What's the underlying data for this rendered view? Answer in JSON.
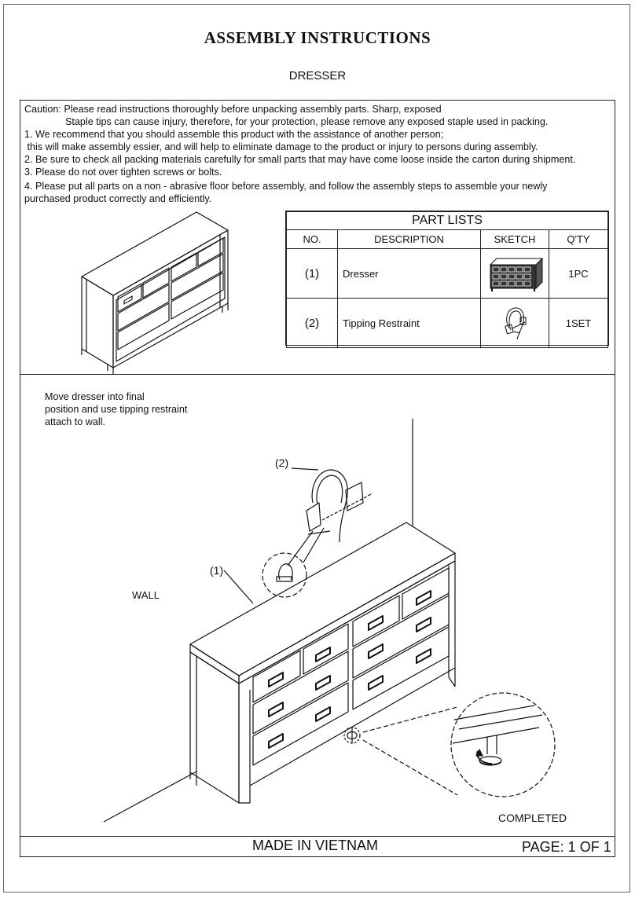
{
  "document": {
    "title": "ASSEMBLY INSTRUCTIONS",
    "subtitle": "DRESSER"
  },
  "caution": {
    "lines": [
      "Caution: Please read instructions thoroughly before unpacking assembly parts. Sharp, exposed",
      "Staple tips can cause injury, therefore, for your protection, please remove any exposed staple used in packing.",
      "1. We recommend that you should assemble this product with the assistance of another person;",
      " this will make assembly essier, and will help to eliminate damage to the product or injury to persons during assembly.",
      "2. Be sure to check all packing materials carefully for small parts that may have come loose inside the carton during shipment.",
      "3. Please do not over tighten screws or bolts.",
      "4. Please put all parts on a non - abrasive floor before assembly, and follow the assembly steps to assemble your newly",
      "purchased product correctly and efficiently."
    ]
  },
  "parts_list": {
    "title": "PART LISTS",
    "headers": [
      "NO.",
      "DESCRIPTION",
      "SKETCH",
      "Q'TY"
    ],
    "rows": [
      {
        "no": "(1)",
        "description": "Dresser",
        "sketch": "dresser-sketch",
        "qty": "1PC"
      },
      {
        "no": "(2)",
        "description": "Tipping Restraint",
        "sketch": "tipping-restraint-sketch",
        "qty": "1SET"
      }
    ]
  },
  "step": {
    "instruction_lines": [
      "Move dresser into final",
      "position and use tipping restraint",
      "attach to wall."
    ],
    "label_restraint": "(2)",
    "label_dresser": "(1)",
    "label_wall": "WALL",
    "label_completed": "COMPLETED"
  },
  "footer": {
    "origin": "MADE IN VIETNAM",
    "page": "PAGE: 1 OF 1"
  }
}
